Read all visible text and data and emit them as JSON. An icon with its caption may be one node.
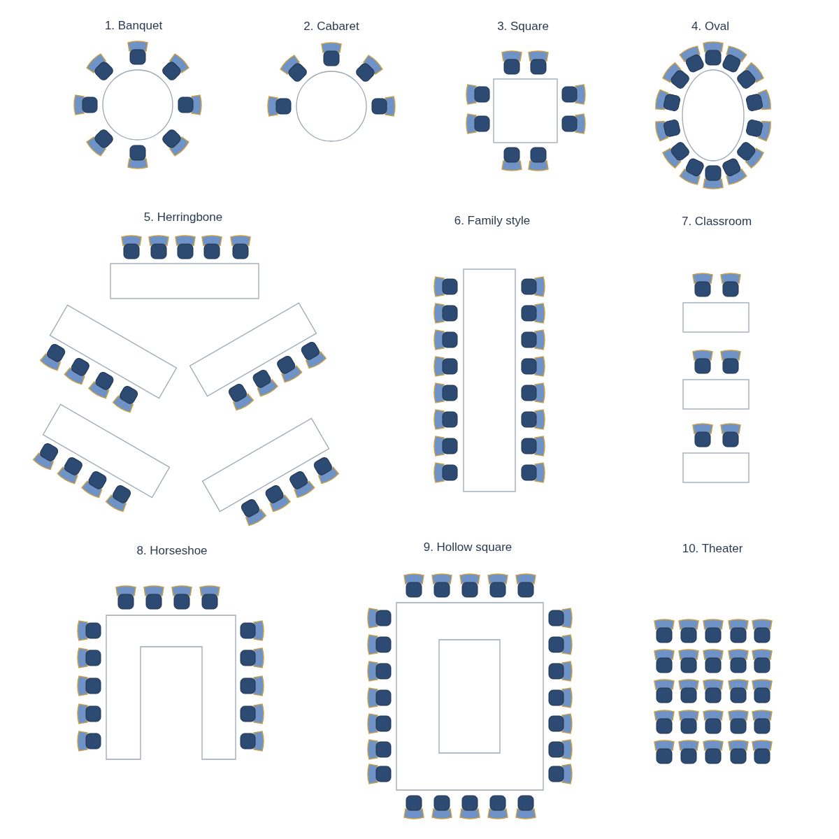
{
  "diagram": {
    "labels": [
      "1. Banquet",
      "2. Cabaret",
      "3. Square",
      "4. Oval",
      "5. Herringbone",
      "6. Family style",
      "7. Classroom",
      "8. Horseshoe",
      "9. Hollow square",
      "10. Theater"
    ]
  }
}
